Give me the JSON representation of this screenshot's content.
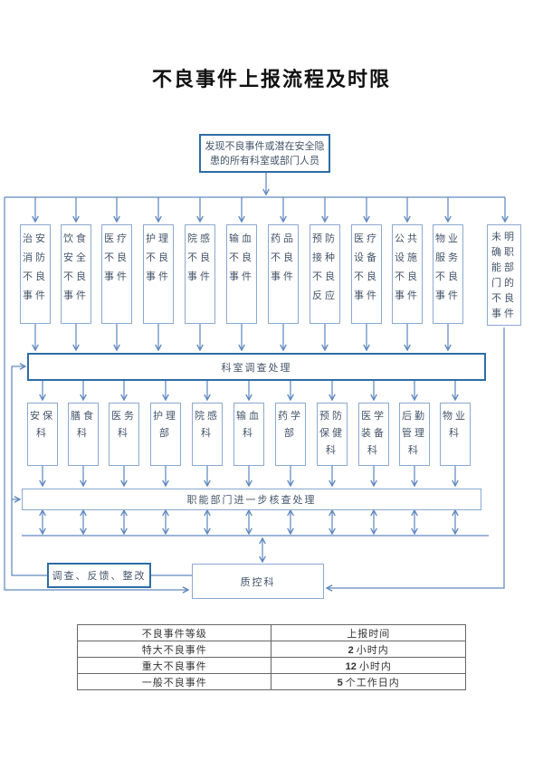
{
  "title": "不良事件上报流程及时限",
  "flow": {
    "source_box": "发现不良事件或潜在安全隐\n患的所有科室或部门人员",
    "row1": [
      "治安\n消防\n不良\n事件",
      "饮食\n安全\n不良\n事件",
      "医疗\n不良\n事件",
      "护理\n不良\n事件",
      "院感\n不良\n事件",
      "输血\n不良\n事件",
      "药品\n不良\n事件",
      "预防\n接种\n不良\n反应",
      "医疗\n设备\n不良\n事件",
      "公共\n设施\n不良\n事件",
      "物业\n服务\n不良\n事件"
    ],
    "bypass_box": "未明\n确职\n能部\n门的\n不良\n事件",
    "dept_review": "科室调查处理",
    "row2": [
      "安保\n科",
      "膳食\n科",
      "医务\n科",
      "护理\n部",
      "院感\n科",
      "输血\n科",
      "药学\n部",
      "预防\n保健\n科",
      "医学\n装备\n科",
      "后勤\n管理\n科",
      "物业\n科"
    ],
    "func_review": "职能部门进一步核查处理",
    "feedback_box": "调查、反馈、整改",
    "qc_box": "质控科"
  },
  "table": {
    "headers": [
      "不良事件等级",
      "上报时间"
    ],
    "rows": [
      {
        "level": "特大不良事件",
        "num": "2",
        "unit": "小时内"
      },
      {
        "level": "重大不良事件",
        "num": "12",
        "unit": "小时内"
      },
      {
        "level": "一般不良事件",
        "num": "5",
        "unit": "个工作日内"
      }
    ]
  },
  "colors": {
    "line_blue": "#6189c0",
    "box_border_light": "#8aa9d0",
    "box_border_dark": "#2e6da4",
    "box_text": "#44546a"
  }
}
